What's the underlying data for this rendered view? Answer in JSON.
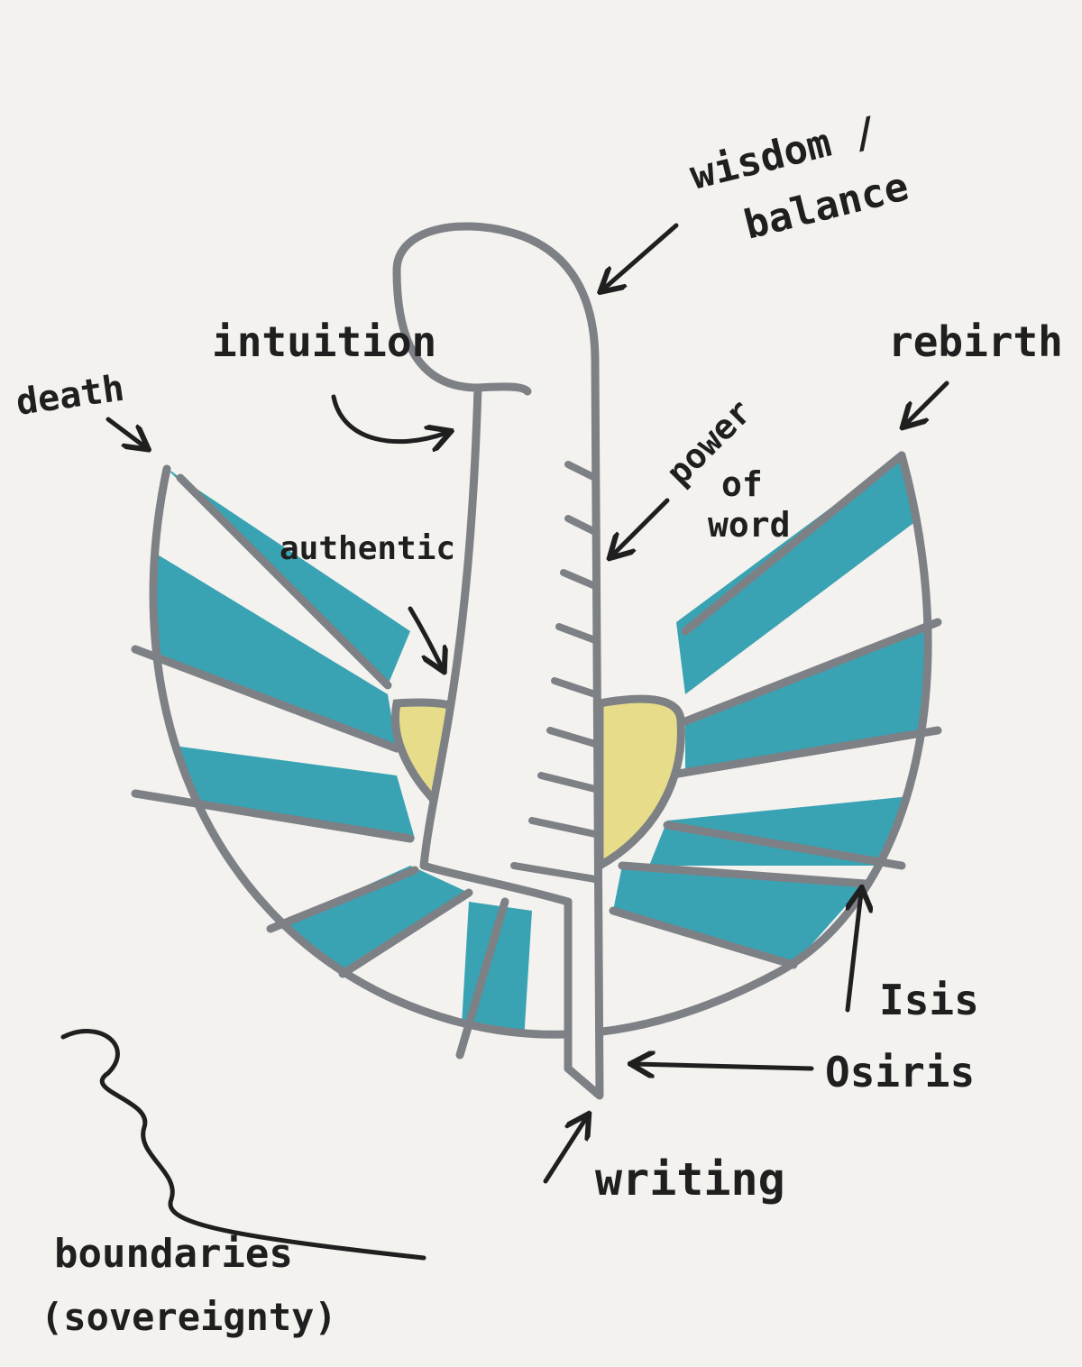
{
  "labels": {
    "wisdom_line1": "wisdom /",
    "wisdom_line2": "balance",
    "intuition": "intuition",
    "death": "death",
    "rebirth": "rebirth",
    "power_line1": "power",
    "power_line2": "of",
    "power_line3": "word",
    "authentic": "authentic",
    "isis": "Isis",
    "osiris": "Osiris",
    "writing": "writing",
    "boundaries_line1": "boundaries",
    "boundaries_line2": "(sovereignty)"
  },
  "colors": {
    "paper": "#f3f2ef",
    "outline": "#7d8085",
    "ink": "#1f1f1f",
    "teal": "#3aa3b3",
    "yellow": "#e6dc8a"
  },
  "icons": [
    "feather",
    "wings",
    "sun-disc",
    "arrow"
  ]
}
